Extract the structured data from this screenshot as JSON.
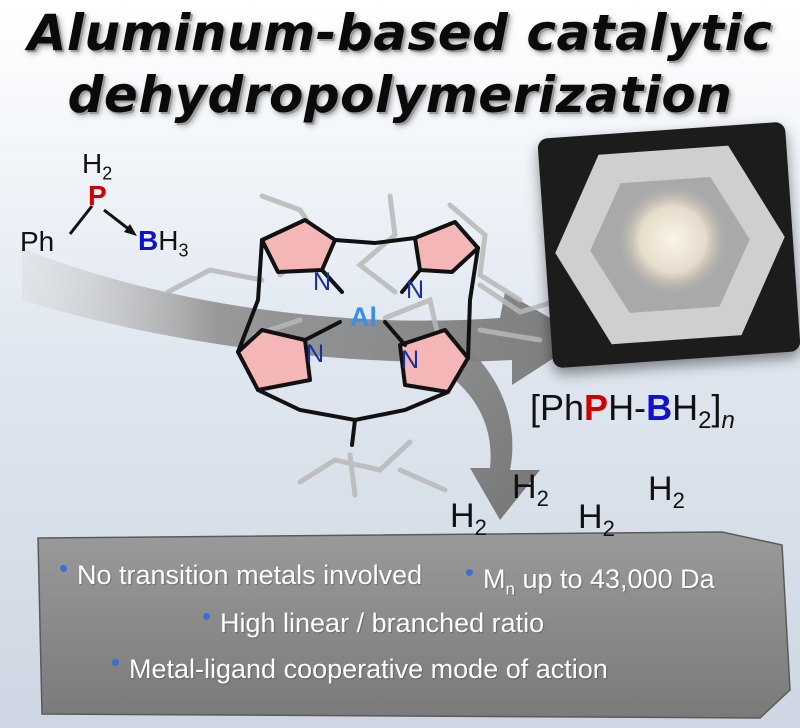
{
  "title": {
    "line1": "Aluminum-based catalytic",
    "line2": "dehydropolymerization"
  },
  "reactant": {
    "h2_label": "H",
    "h2_sub": "2",
    "p": "P",
    "ph": "Ph",
    "b": "B",
    "h3_label": "H",
    "h3_sub": "3"
  },
  "catalyst": {
    "metal": "Al",
    "n1": "N",
    "n2": "N",
    "n3": "N",
    "n4": "N"
  },
  "product": {
    "open": "[Ph",
    "p": "P",
    "mid": "H-",
    "b": "B",
    "h": "H",
    "h_sub": "2",
    "close": "]",
    "n": "n"
  },
  "byproduct": {
    "h": "H",
    "sub": "2"
  },
  "bullets": [
    "No transition metals involved",
    "M",
    "n",
    " up to 43,000 Da",
    "High linear / branched ratio",
    "Metal-ligand cooperative mode of action"
  ],
  "colors": {
    "phosphorus": "#d00000",
    "boron": "#1010d0",
    "nitrogen": "#1a2f9e",
    "aluminum": "#3a8ee6",
    "pyrrole_fill": "#f4b6b6",
    "arrow": "#8c8c8c",
    "box": "#8a8a8a",
    "bullet_dot": "#3a6fd8"
  }
}
